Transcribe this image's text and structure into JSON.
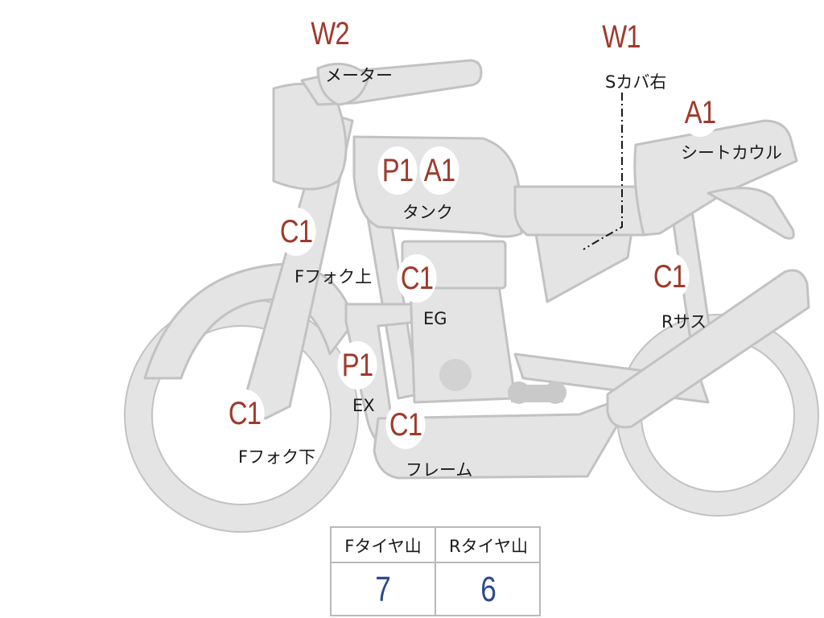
{
  "colors": {
    "body_fill": "#e4e4e4",
    "body_stroke": "#c2c2c2",
    "grade_red": "#9e3a2c",
    "value_blue": "#2d4a8c",
    "text": "#1a1a1a"
  },
  "markers": {
    "w2_meter": {
      "grade": "W2",
      "label": "メーター"
    },
    "w1_cover": {
      "grade": "W1",
      "label": "Sカバ右"
    },
    "a1_cowl": {
      "grade": "A1",
      "label": "シートカウル"
    },
    "p1_tank": {
      "grade": "P1"
    },
    "a1_tank": {
      "grade": "A1",
      "label": "タンク"
    },
    "c1_fork_up": {
      "grade": "C1",
      "label": "Fフォク上"
    },
    "c1_engine": {
      "grade": "C1",
      "label": "EG"
    },
    "c1_rsus": {
      "grade": "C1",
      "label": "Rサス"
    },
    "p1_exhaust": {
      "grade": "P1",
      "label": "EX"
    },
    "c1_fork_lo": {
      "grade": "C1",
      "label": "Fフォク下"
    },
    "c1_frame": {
      "grade": "C1",
      "label": "フレーム"
    }
  },
  "tire_table": {
    "front_header": "Fタイヤ山",
    "rear_header": "Rタイヤ山",
    "front_value": "7",
    "rear_value": "6"
  }
}
